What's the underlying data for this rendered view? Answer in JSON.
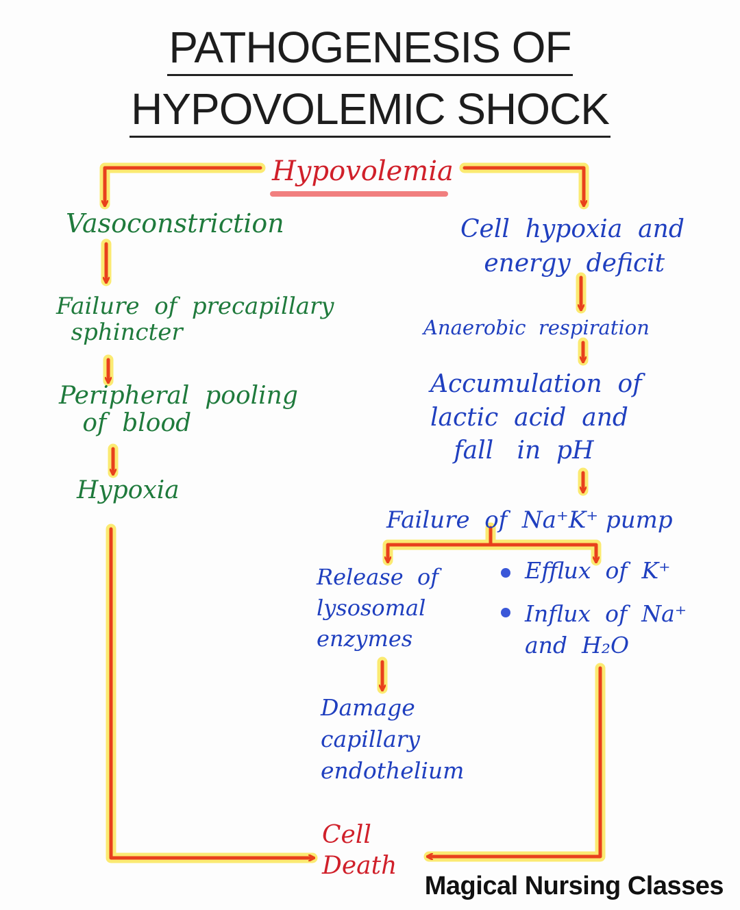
{
  "title": {
    "line1": "PATHOGENESIS OF",
    "line2": "HYPOVOLEMIC SHOCK"
  },
  "nodes": {
    "hypovolemia": "Hypovolemia",
    "vasoconstriction": "Vasoconstriction",
    "failure_precapillary": "Failure  of  precapillary\n  sphincter",
    "peripheral_pooling": "Peripheral  pooling\n   of  blood",
    "hypoxia": "Hypoxia",
    "cell_hypoxia": "Cell  hypoxia  and\n   energy  deficit",
    "anaerobic": "Anaerobic  respiration",
    "lactic_acid": "Accumulation  of\nlactic  acid  and\n   fall   in  pH",
    "pump_failure": "Failure  of  Na⁺K⁺ pump",
    "lysosomal": "Release  of\nlysosomal\nenzymes",
    "efflux": "Efflux  of  K⁺",
    "influx": "Influx  of  Na⁺\nand  H₂O",
    "damage": "Damage\ncapillary\nendothelium",
    "cell_death": "Cell\nDeath"
  },
  "watermark": "Magical Nursing Classes",
  "colors": {
    "arrow_red": "#e8401c",
    "highlight_yellow": "#fbe96a",
    "green_text": "#1f7a3c",
    "blue_text": "#1f3fbf",
    "red_text": "#d0202a",
    "underline_pink": "#f06a6a"
  }
}
